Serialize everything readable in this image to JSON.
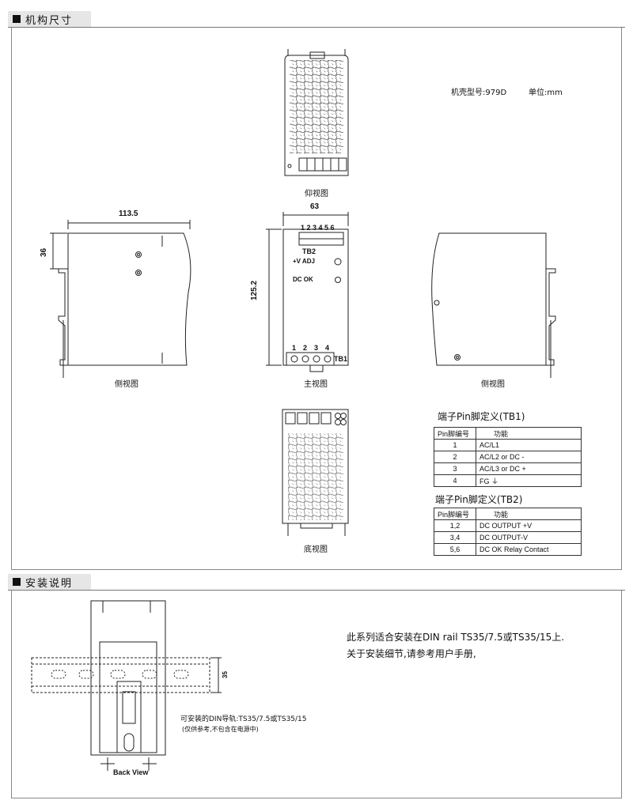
{
  "sections": {
    "dimensions_title": "机构尺寸",
    "install_title": "安装说明"
  },
  "model_info": {
    "case_model": "机壳型号:979D",
    "unit": "单位:mm"
  },
  "view_labels": {
    "top": "仰视图",
    "left_side": "侧视图",
    "front": "主视图",
    "right_side": "侧视图",
    "bottom": "底视图"
  },
  "dimensions": {
    "depth": "113.5",
    "width": "63",
    "height": "125.2",
    "rail_offset": "36"
  },
  "front_panel": {
    "tb2_pins": "1 2 3 4 5 6",
    "tb2_label": "TB2",
    "vadj": "+V ADJ",
    "dc_ok": "DC OK",
    "tb1_pins": [
      "1",
      "2",
      "3",
      "4"
    ],
    "tb1_label": "TB1"
  },
  "tb1_table": {
    "title": "端子Pin脚定义(TB1)",
    "headers": [
      "Pin脚编号",
      "功能"
    ],
    "rows": [
      {
        "pin": "1",
        "function": "AC/L1"
      },
      {
        "pin": "2",
        "function": "AC/L2 or DC -"
      },
      {
        "pin": "3",
        "function": "AC/L3 or DC +"
      },
      {
        "pin": "4",
        "function": "FG"
      }
    ]
  },
  "tb2_table": {
    "title": "端子Pin脚定义(TB2)",
    "headers": [
      "Pin脚编号",
      "功能"
    ],
    "rows": [
      {
        "pin": "1,2",
        "function": "DC OUTPUT +V"
      },
      {
        "pin": "3,4",
        "function": "DC OUTPUT-V"
      },
      {
        "pin": "5,6",
        "function": "DC OK Relay Contact"
      }
    ]
  },
  "install": {
    "note_line1": "此系列适合安装在DIN rail TS35/7.5或TS35/15上.",
    "note_line2": "关于安装细节,请参考用户手册,",
    "rail_dim": "35",
    "rail_note": "可安装的DIN导轨:TS35/7.5或TS35/15",
    "rail_sub": "(仅供参考,不包含在电源中)",
    "back_view": "Back View"
  },
  "icons": {
    "ground": "ground-icon",
    "pot": "potentiometer-icon",
    "led": "led-indicator-icon"
  }
}
